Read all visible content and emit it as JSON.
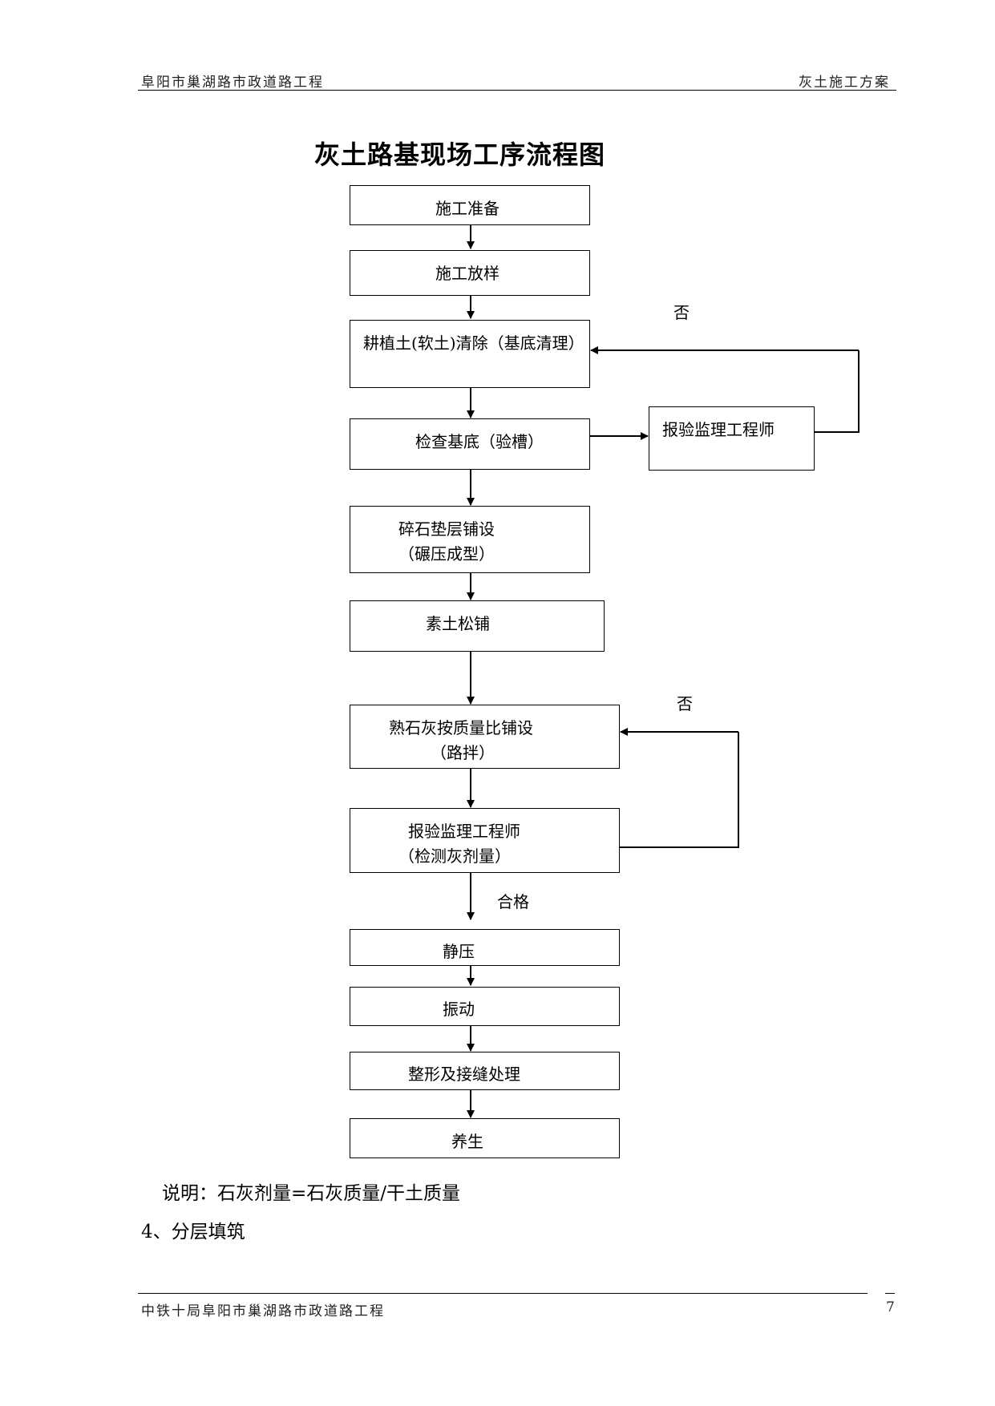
{
  "header": {
    "left": "阜阳市巢湖路市政道路工程",
    "right": "灰土施工方案"
  },
  "title": "灰土路基现场工序流程图",
  "steps": {
    "prep": "施工准备",
    "stakeout": "施工放样",
    "clear": "耕植土(软土)清除（基底清理）",
    "inspect": "检查基底（验槽）",
    "report1": "报验监理工程师",
    "gravel": [
      "碎石垫层铺设",
      "（碾压成型）"
    ],
    "loose": "素土松铺",
    "lime": [
      "熟石灰按质量比铺设",
      "（路拌）"
    ],
    "report2": [
      "报验监理工程师",
      "（检测灰剂量）"
    ],
    "static": "静压",
    "vibrate": "振动",
    "shape": "整形及接缝处理",
    "cure": "养生"
  },
  "labels": {
    "no1": "否",
    "no2": "否",
    "pass": "合格"
  },
  "note": "说明：石灰剂量=石灰质量/干土质量",
  "section": "4、分层填筑",
  "footer": {
    "left": "中铁十局阜阳市巢湖路市政道路工程",
    "page": "7"
  }
}
